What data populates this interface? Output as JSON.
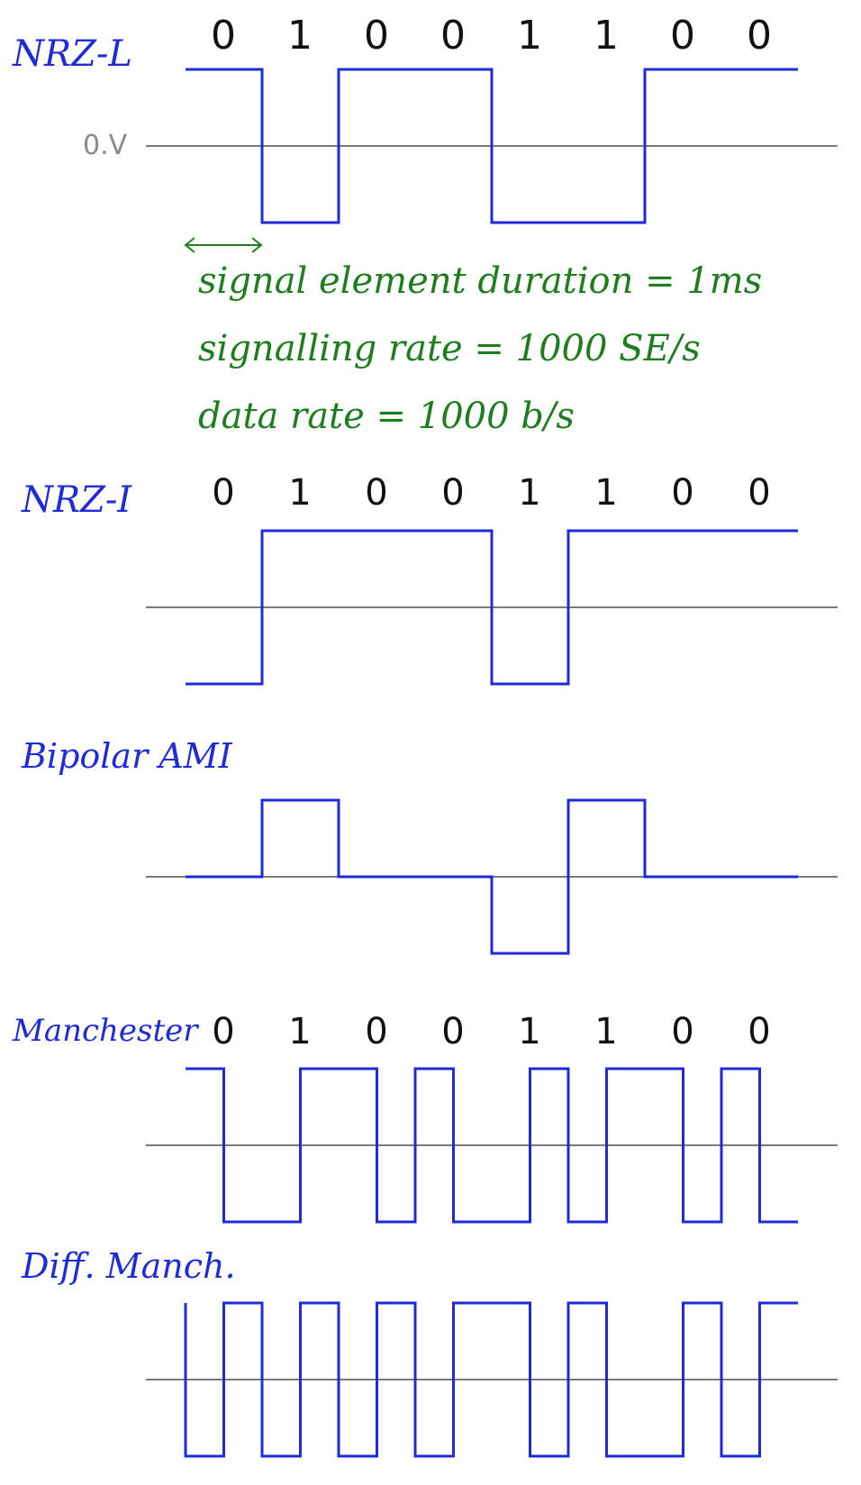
{
  "colors": {
    "signal": "#1f2ad8",
    "annotation": "#1e7d1e",
    "axis": "#7a7a7a",
    "bits": "#111111"
  },
  "bits": [
    "0",
    "1",
    "0",
    "0",
    "1",
    "1",
    "0",
    "0"
  ],
  "zero_label": "0.V",
  "annotations": [
    "signal element duration = 1ms",
    "signalling rate = 1000 SE/s",
    "data rate = 1000 b/s"
  ],
  "encodings": [
    {
      "id": "nrz-l",
      "label": "NRZ-L",
      "show_bits": true,
      "levels": [
        1,
        -1,
        1,
        1,
        -1,
        -1,
        1,
        1
      ],
      "start": 1
    },
    {
      "id": "nrz-i",
      "label": "NRZ-I",
      "show_bits": true,
      "levels": [
        -1,
        1,
        1,
        1,
        -1,
        1,
        1,
        1
      ],
      "start": -1
    },
    {
      "id": "bipolar-ami",
      "label": "Bipolar AMI",
      "show_bits": false,
      "levels": [
        0,
        1,
        0,
        0,
        -1,
        1,
        0,
        0
      ],
      "start": 0
    },
    {
      "id": "manchester",
      "label": "Manchester",
      "show_bits": true,
      "half_levels": [
        [
          1,
          -1
        ],
        [
          -1,
          1
        ],
        [
          1,
          -1
        ],
        [
          1,
          -1
        ],
        [
          -1,
          1
        ],
        [
          -1,
          1
        ],
        [
          1,
          -1
        ],
        [
          1,
          -1
        ]
      ],
      "start": 1
    },
    {
      "id": "diff-manchester",
      "label": "Diff. Manch.",
      "show_bits": false,
      "half_levels": [
        [
          -1,
          1
        ],
        [
          -1,
          1
        ],
        [
          -1,
          1
        ],
        [
          -1,
          1
        ],
        [
          1,
          -1
        ],
        [
          1,
          -1
        ],
        [
          -1,
          1
        ],
        [
          -1,
          1
        ]
      ],
      "start": 1
    }
  ]
}
